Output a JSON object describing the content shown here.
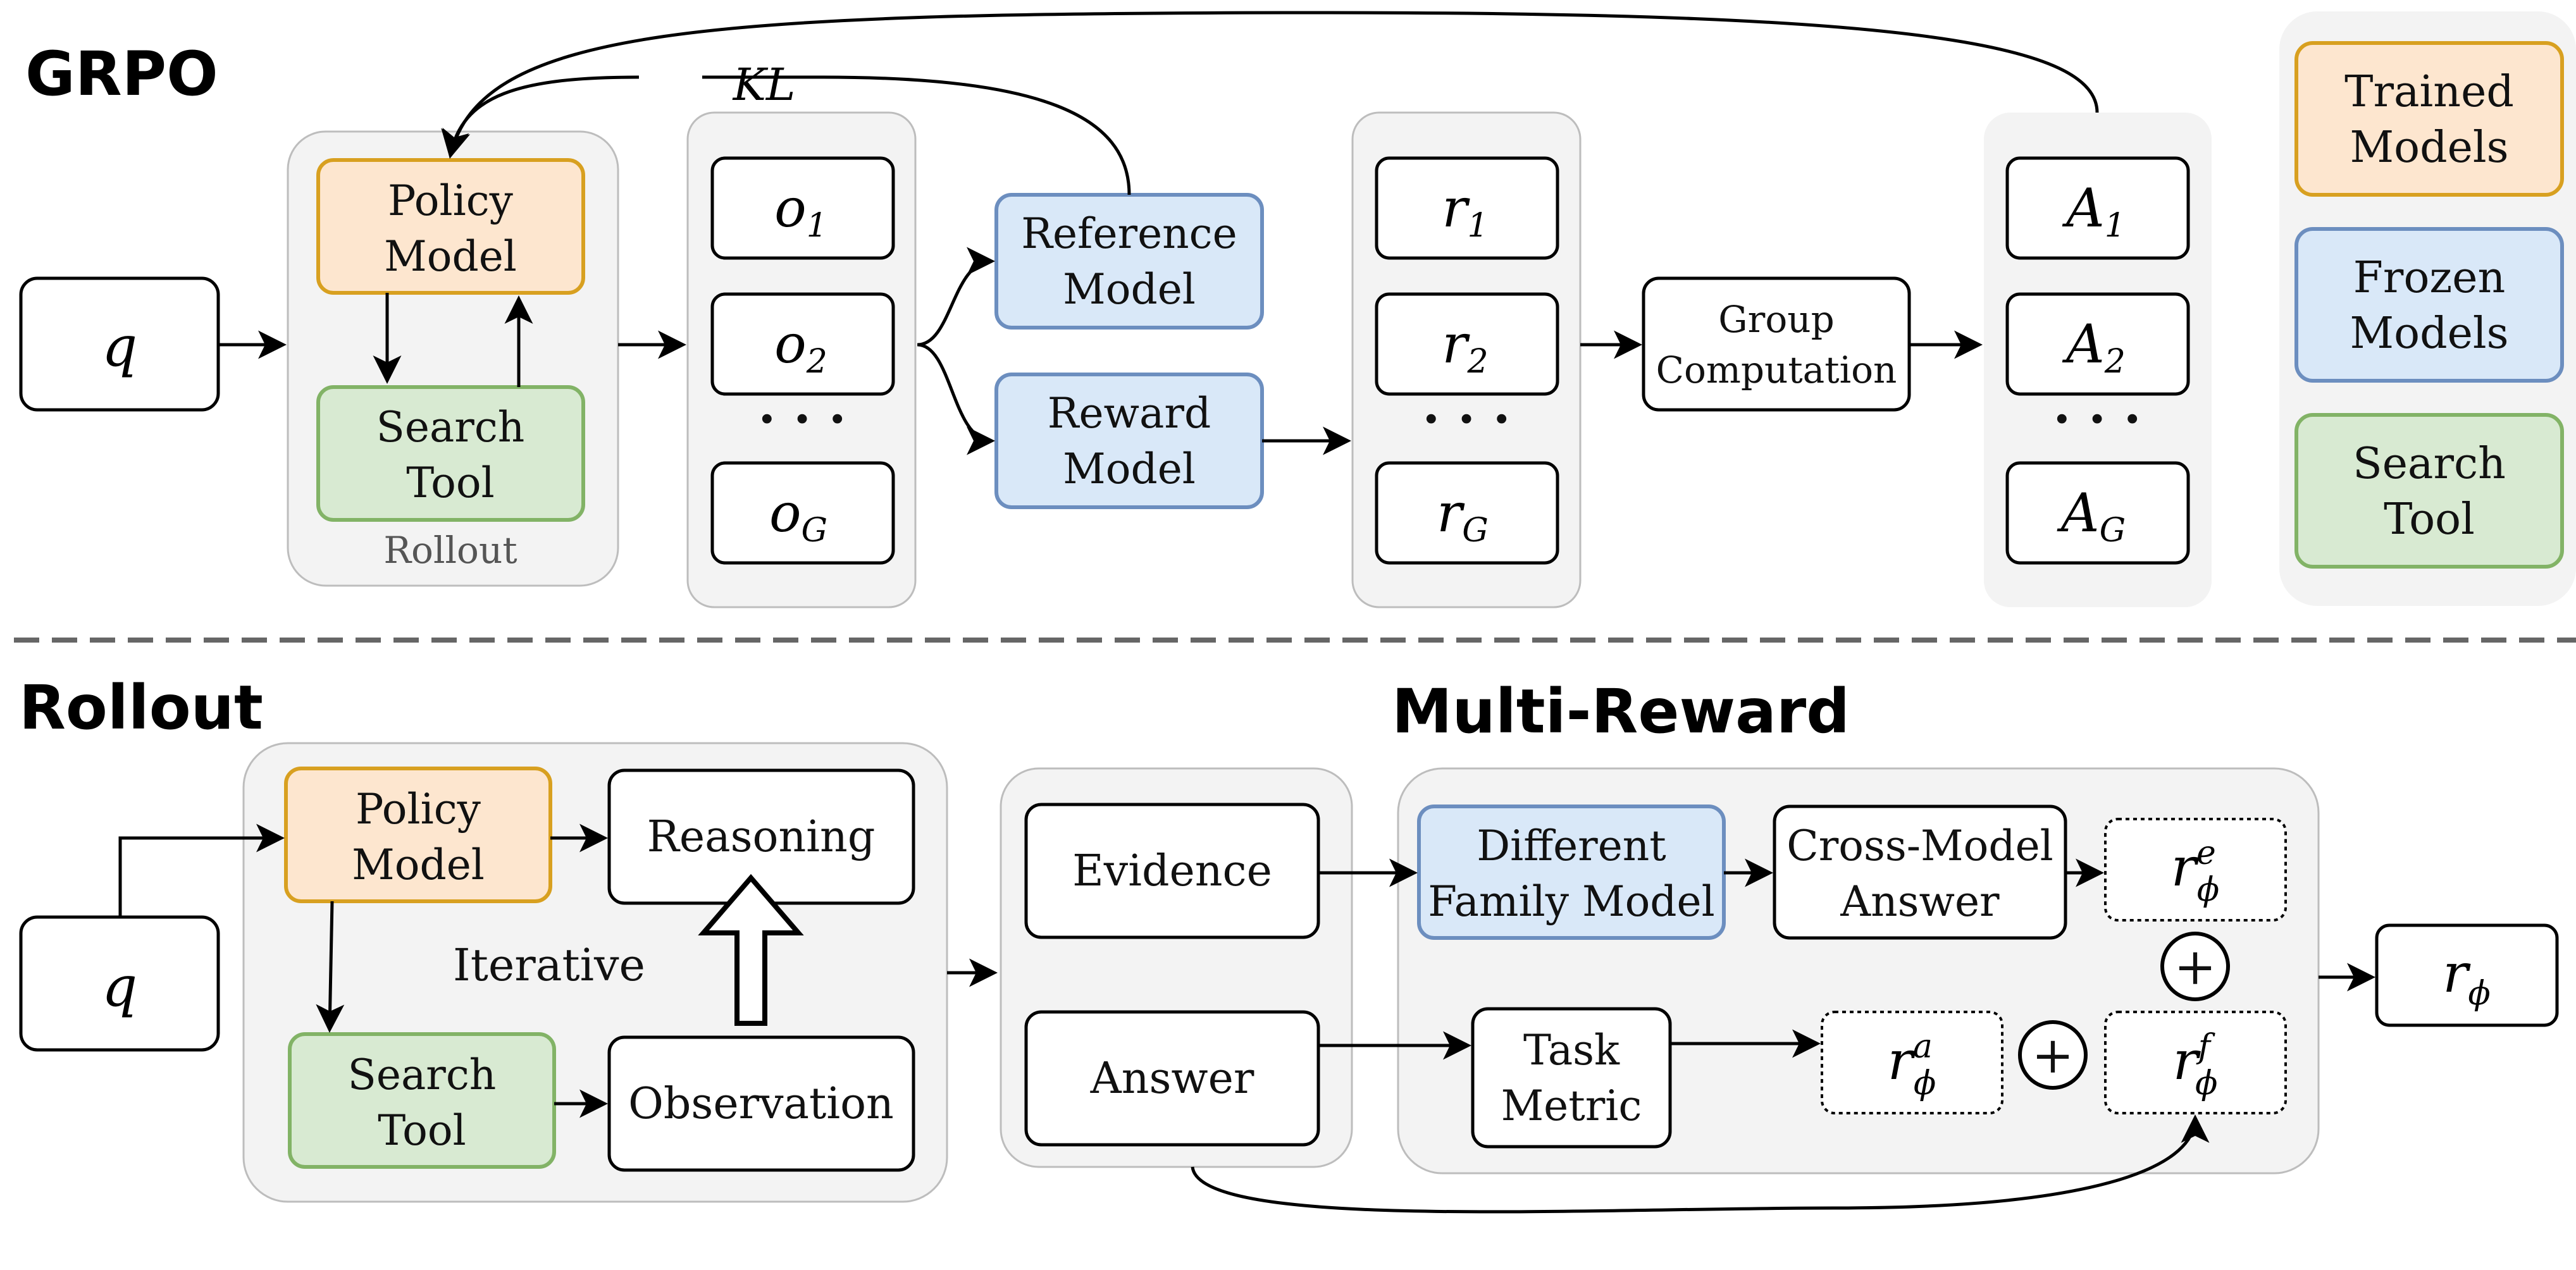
{
  "sections": {
    "grpo_title": "GRPO",
    "rollout_title": "Rollout",
    "multi_reward_title": "Multi-Reward"
  },
  "grpo": {
    "query": "q",
    "rollout_group_label": "Rollout",
    "policy_model": [
      "Policy",
      "Model"
    ],
    "search_tool": [
      "Search",
      "Tool"
    ],
    "outputs": {
      "symbol": "o",
      "subs": [
        "1",
        "2",
        "G"
      ]
    },
    "reference_model": [
      "Reference",
      "Model"
    ],
    "reward_model": [
      "Reward",
      "Model"
    ],
    "rewards": {
      "symbol": "r",
      "subs": [
        "1",
        "2",
        "G"
      ]
    },
    "group_computation": [
      "Group",
      "Computation"
    ],
    "advantages": {
      "symbol": "A",
      "subs": [
        "1",
        "2",
        "G"
      ]
    },
    "kl_label": "KL",
    "ellipsis": "· · ·"
  },
  "legend": [
    {
      "label": [
        "Trained",
        "Models"
      ],
      "fill": "#fde6cf",
      "stroke": "#d8a020"
    },
    {
      "label": [
        "Frozen",
        "Models"
      ],
      "fill": "#d9e8f8",
      "stroke": "#6c8ebf"
    },
    {
      "label": [
        "Search",
        "Tool"
      ],
      "fill": "#d8ead2",
      "stroke": "#82b366"
    }
  ],
  "rollout": {
    "query": "q",
    "policy_model": [
      "Policy",
      "Model"
    ],
    "reasoning": "Reasoning",
    "iterative": "Iterative",
    "search_tool": [
      "Search",
      "Tool"
    ],
    "observation": "Observation"
  },
  "multi_reward": {
    "evidence": "Evidence",
    "answer": "Answer",
    "different_family_model": [
      "Different",
      "Family Model"
    ],
    "cross_model_answer": [
      "Cross-Model",
      "Answer"
    ],
    "task_metric": [
      "Task",
      "Metric"
    ],
    "r_e": {
      "base": "r",
      "sub": "ϕ",
      "sup": "e"
    },
    "r_a": {
      "base": "r",
      "sub": "ϕ",
      "sup": "a"
    },
    "r_f": {
      "base": "r",
      "sub": "ϕ",
      "sup": "f"
    },
    "r_total": {
      "base": "r",
      "sub": "ϕ"
    },
    "plus": "+"
  },
  "colors": {
    "trained_fill": "#fde6cf",
    "trained_stroke": "#d8a020",
    "frozen_fill": "#d9e8f8",
    "frozen_stroke": "#6c8ebf",
    "tool_fill": "#d8ead2",
    "tool_stroke": "#82b366",
    "group_fill": "#f3f3f3",
    "group_stroke": "#bdbdbd",
    "divider": "#666666"
  }
}
